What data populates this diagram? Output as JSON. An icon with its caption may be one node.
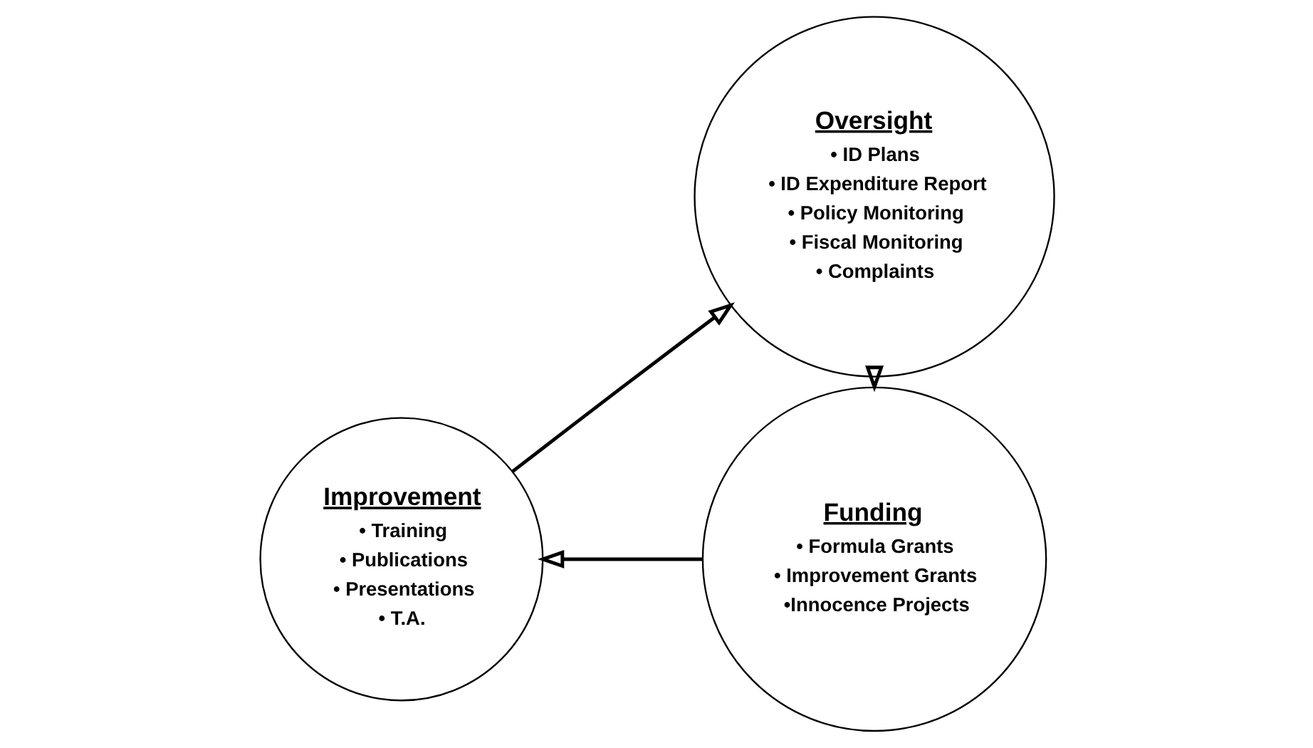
{
  "diagram": {
    "nodes": [
      {
        "text": [
          "Oversight",
          "• ID Plans",
          "• ID Expenditure Report",
          "• Policy Monitoring",
          "• Fiscal Monitoring",
          "• Complaints"
        ]
      },
      {
        "text": [
          "Funding",
          "• Formula Grants",
          "• Improvement Grants",
          "•Innocence Projects"
        ]
      },
      {
        "text": [
          "Improvement",
          "• Training",
          "• Publications",
          "• Presentations",
          "• T.A."
        ]
      }
    ],
    "edges": [
      {
        "from": 2,
        "to": 0,
        "arrow": "to"
      },
      {
        "from": 0,
        "to": 1,
        "arrow": "to"
      },
      {
        "from": 1,
        "to": 2,
        "arrow": "to"
      }
    ]
  }
}
